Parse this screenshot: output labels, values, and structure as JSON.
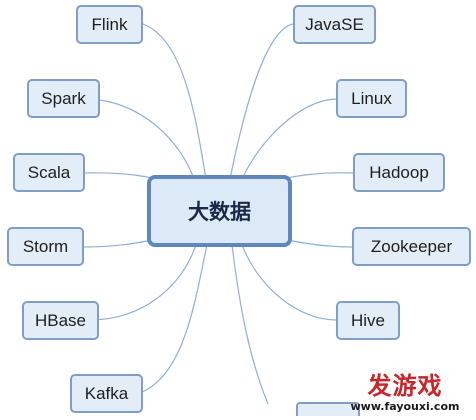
{
  "diagram": {
    "center": "大数据",
    "left_nodes": [
      "Flink",
      "Spark",
      "Scala",
      "Storm",
      "HBase",
      "Kafka"
    ],
    "right_nodes": [
      "JavaSE",
      "Linux",
      "Hadoop",
      "Zookeeper",
      "Hive"
    ]
  },
  "watermark": {
    "title": "发游戏",
    "url": "www.fayouxi.com"
  },
  "colors": {
    "node_fill": "#e3edf8",
    "node_border": "#7f9ec4",
    "center_border": "#5f86bd",
    "connector": "#8fb0d6",
    "watermark_red": "#c9262c"
  }
}
